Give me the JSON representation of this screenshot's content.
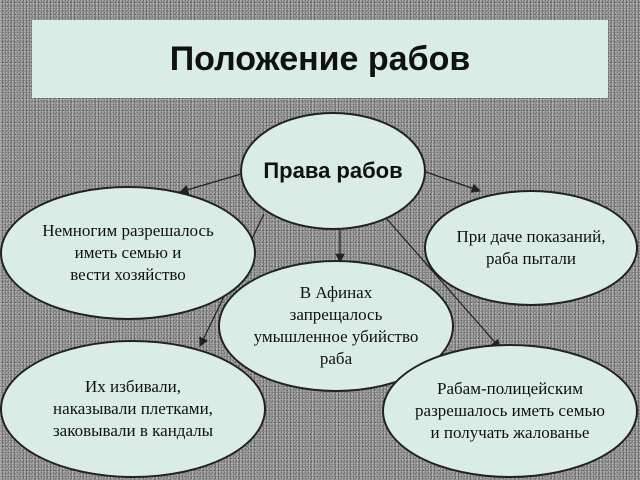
{
  "title": "Положение рабов",
  "center": "Права рабов",
  "nodes": {
    "family": "Немногим разрешалось\nиметь семью и\nвести хозяйство",
    "testimony": "При даче показаний,\nраба пытали",
    "athens": "В Афинах\nзапрещалось\nумышленное убийство\nраба",
    "beaten": "Их избивали,\nнаказывали плетками,\nзаковывали в кандалы",
    "police": "Рабам-полицейским\nразрешалось иметь семью\nи получать жалованье"
  },
  "colors": {
    "ellipse_fill": "#d9ece6",
    "title_fill": "#d9ece6",
    "outline": "#222222"
  }
}
